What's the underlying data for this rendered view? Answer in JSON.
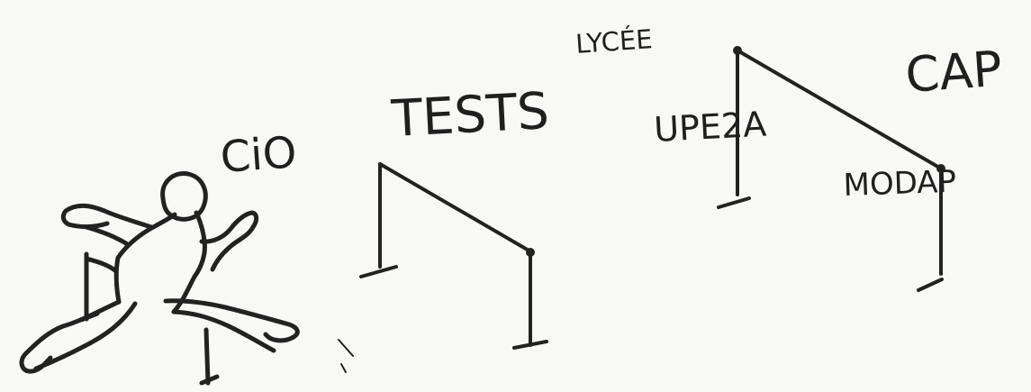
{
  "labels": {
    "cio": "CiO",
    "tests": "TESTS",
    "lycee": "LYCÉE",
    "upe2a": "UPE2A",
    "cap": "CAP",
    "mdap": "MODAP"
  },
  "icons": {
    "runner": "hurdler-figure-icon",
    "hurdles": "hurdle-icon"
  },
  "colors": {
    "ink": "#222222",
    "paper": "#f8f8f6"
  }
}
